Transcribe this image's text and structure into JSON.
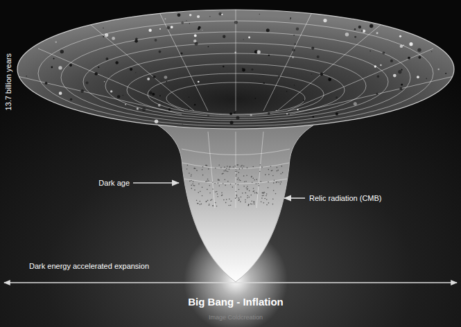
{
  "diagram": {
    "labels": [
      "13.7 billion years",
      "Dark age",
      "Relic radiation (CMB)",
      "Dark energy accelerated expansion",
      "Big Bang - Inflation",
      "Image Coldcreation"
    ]
  }
}
